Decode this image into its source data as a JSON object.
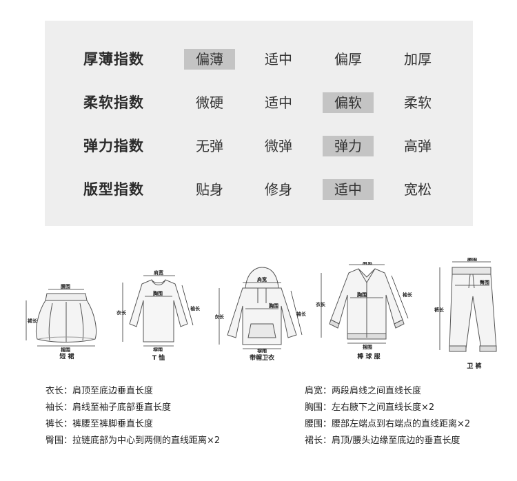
{
  "index_table": {
    "rows": [
      {
        "label": "厚薄指数",
        "options": [
          "偏薄",
          "适中",
          "偏厚",
          "加厚"
        ],
        "selected": 0
      },
      {
        "label": "柔软指数",
        "options": [
          "微硬",
          "适中",
          "偏软",
          "柔软"
        ],
        "selected": 2
      },
      {
        "label": "弹力指数",
        "options": [
          "无弹",
          "微弹",
          "弹力",
          "高弹"
        ],
        "selected": 2
      },
      {
        "label": "版型指数",
        "options": [
          "贴身",
          "修身",
          "适中",
          "宽松"
        ],
        "selected": 2
      }
    ],
    "selected_color": "#c4c4c4",
    "panel_color": "#eeeeee"
  },
  "garments": {
    "skirt": {
      "caption": "短 裙",
      "labels": {
        "waist": "腰围",
        "length": "裙长",
        "hem": "摆围"
      }
    },
    "tshirt": {
      "caption": "T 恤",
      "labels": {
        "shoulder": "肩宽",
        "chest": "胸围",
        "length": "衣长",
        "sleeve": "袖长",
        "hem": "摆围"
      }
    },
    "hoodie": {
      "caption": "带帽卫衣",
      "labels": {
        "shoulder": "肩宽",
        "chest": "胸围",
        "length": "衣长",
        "sleeve": "袖长",
        "hem": "摆围"
      }
    },
    "baseball": {
      "caption": "棒 球 服",
      "labels": {
        "shoulder": "肩宽",
        "chest": "胸围",
        "length": "衣长",
        "sleeve": "袖长",
        "hem": "摆围"
      }
    },
    "pants": {
      "caption": "卫 裤",
      "labels": {
        "waist": "腰围",
        "length": "裤长",
        "hip": "臀围"
      }
    }
  },
  "definitions": {
    "left": [
      {
        "term": "衣长：",
        "desc": "肩顶至底边垂直长度"
      },
      {
        "term": "袖长：",
        "desc": "肩线至袖子底部垂直长度"
      },
      {
        "term": "裤长：",
        "desc": "裤腰至裤脚垂直长度"
      },
      {
        "term": "臀围：",
        "desc": "拉链底部为中心到两侧的直线距离×2"
      }
    ],
    "right": [
      {
        "term": "肩宽：",
        "desc": "两段肩线之间直线长度"
      },
      {
        "term": "胸围：",
        "desc": "左右腋下之间直线长度×2"
      },
      {
        "term": "腰围：",
        "desc": "腰部左端点到右端点的直线距离×2"
      },
      {
        "term": "裙长：",
        "desc": "肩顶/腰头边缘至底边的垂直长度"
      }
    ]
  }
}
